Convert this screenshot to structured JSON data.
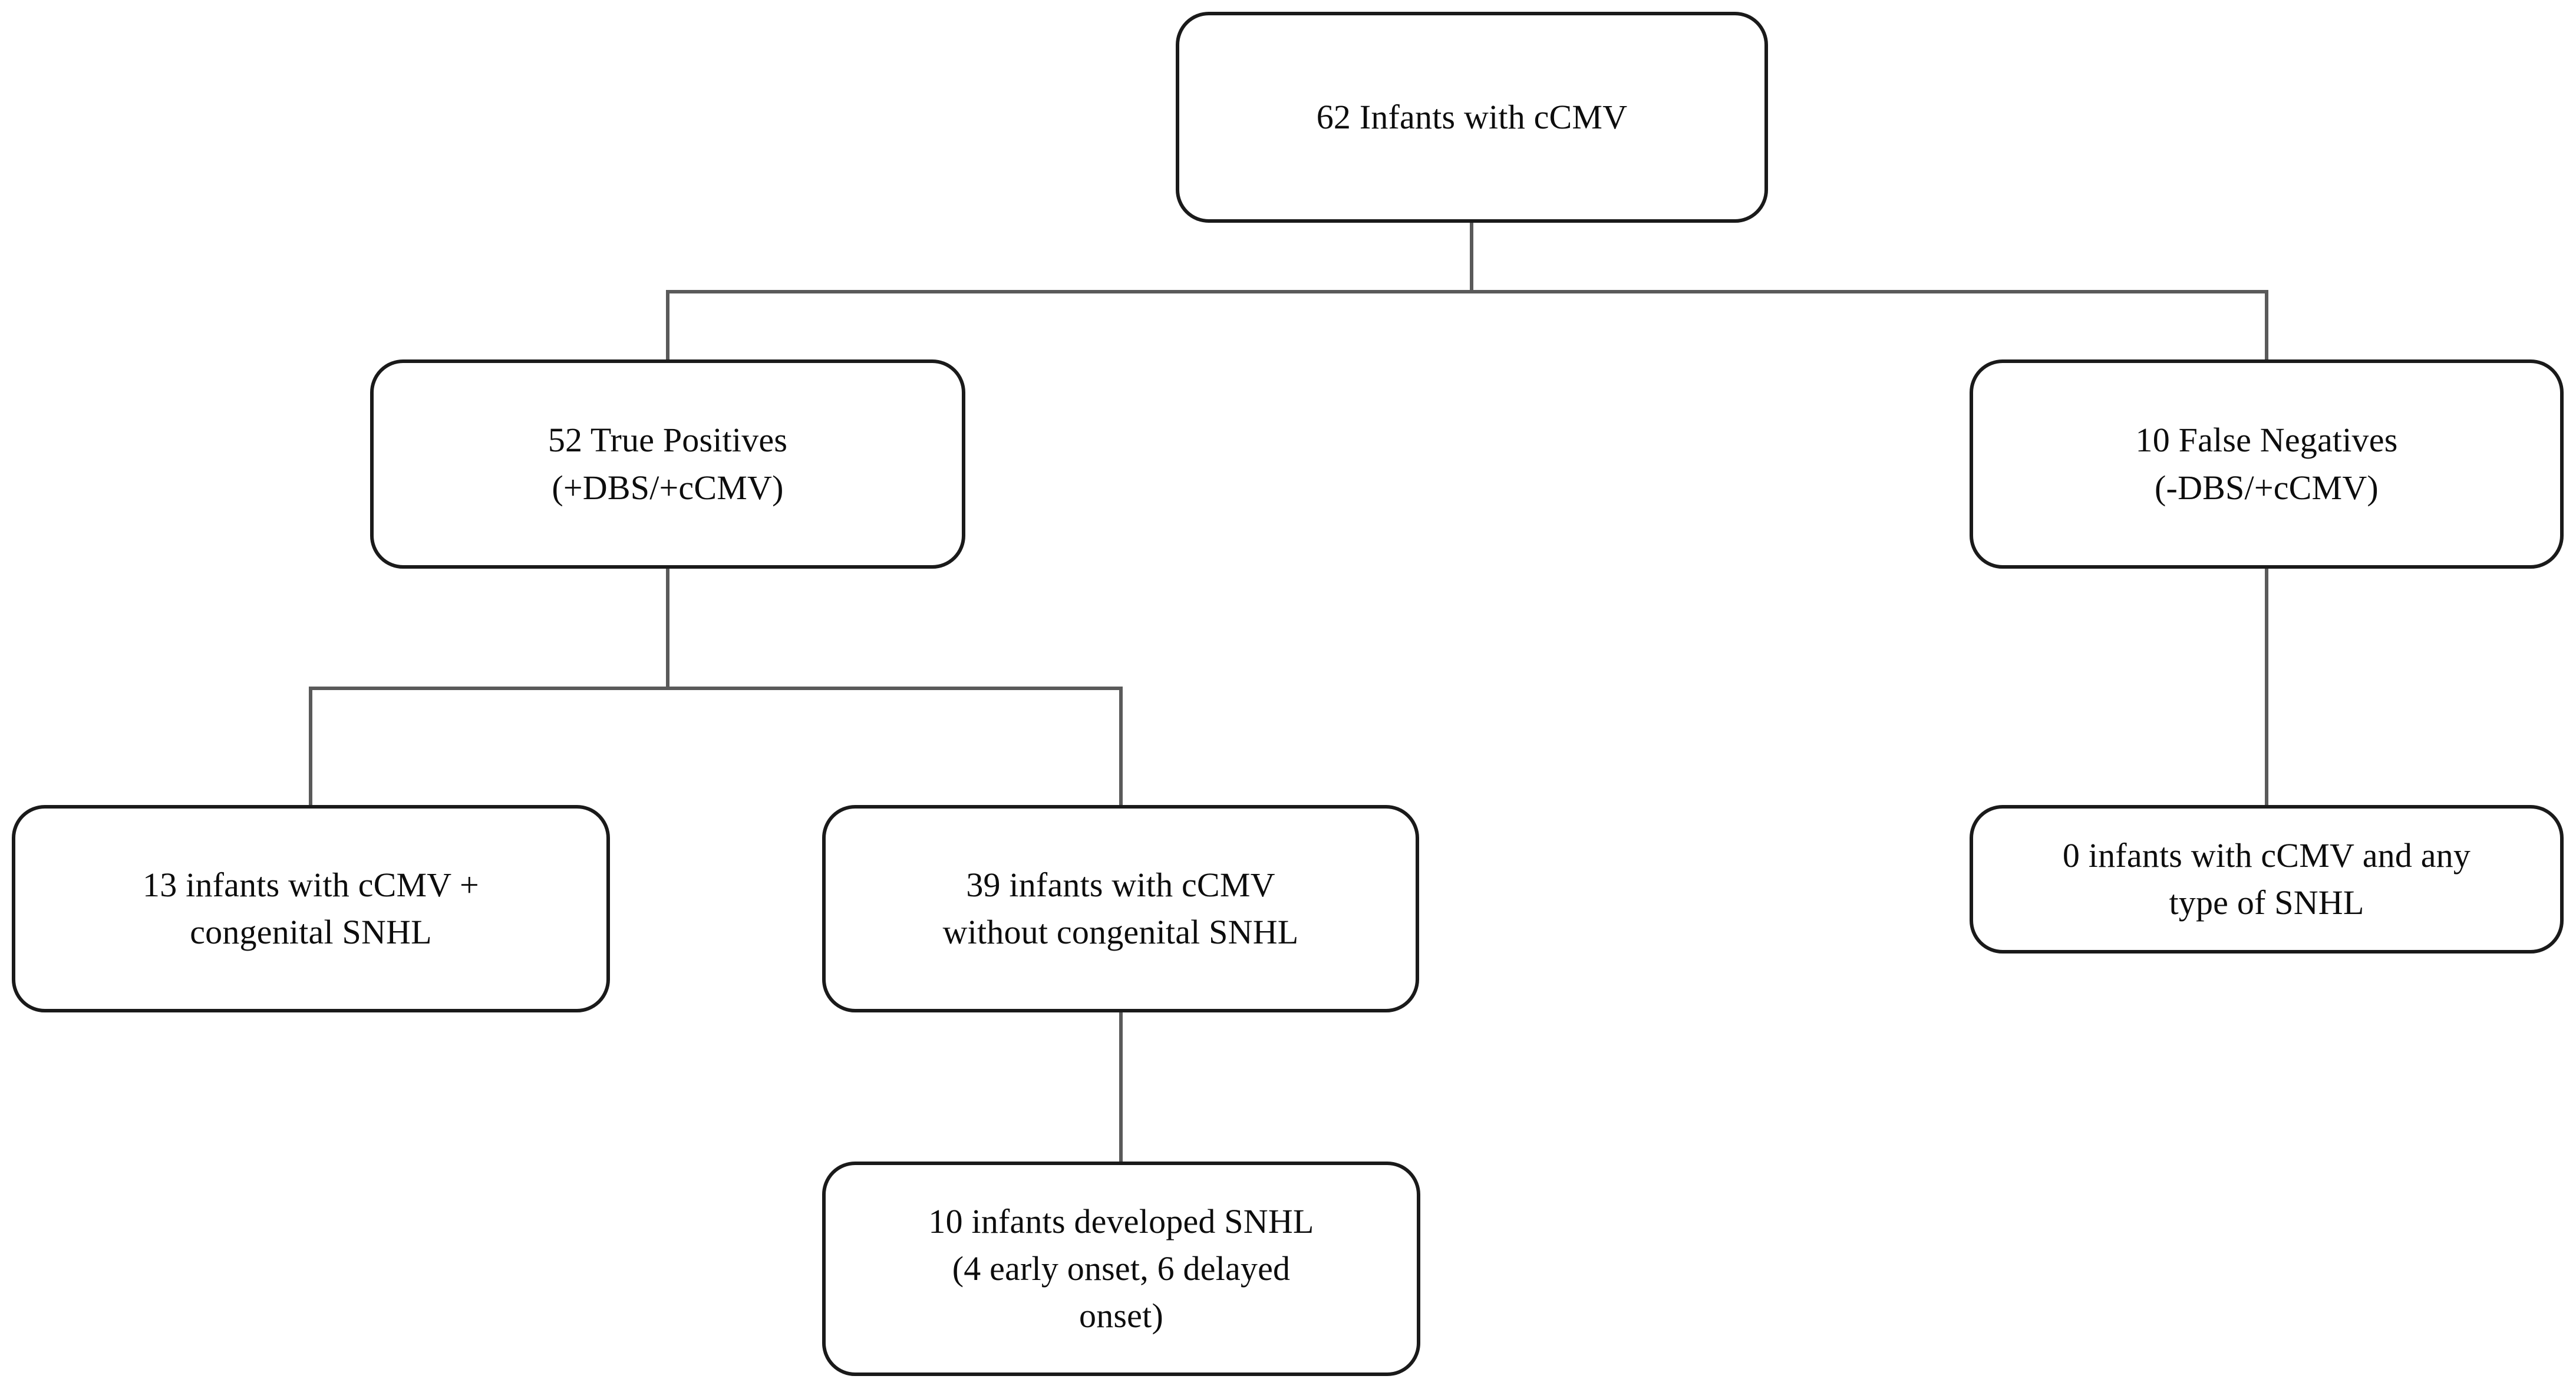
{
  "diagram": {
    "title": "cCMV newborn dried blood spot screening outcomes flowchart",
    "type": "flowchart",
    "background_color": "#ffffff",
    "node_border_color": "#1a1a1a",
    "connector_color": "#5a5a5a",
    "text_color": "#0d0d0d"
  },
  "nodes": {
    "root": {
      "id": "root",
      "label": "62 Infants with cCMV",
      "count": 62,
      "level": 0
    },
    "true_positives": {
      "id": "true-positives",
      "label": "52 True Positives\n(+DBS/+cCMV)",
      "count": 52,
      "level": 1
    },
    "false_negatives": {
      "id": "false-negatives",
      "label": "10 False Negatives\n(-DBS/+cCMV)",
      "count": 10,
      "level": 1
    },
    "tp_congenital_snhl": {
      "id": "tp-congenital-snhl",
      "label": "13 infants with cCMV +\ncongenital SNHL",
      "count": 13,
      "level": 2
    },
    "tp_without_congenital_snhl": {
      "id": "tp-without-congenital-snhl",
      "label": "39 infants with cCMV\nwithout congenital SNHL",
      "count": 39,
      "level": 2
    },
    "fn_any_snhl": {
      "id": "fn-any-snhl",
      "label": "0 infants with cCMV and any\ntype of SNHL",
      "count": 0,
      "level": 2
    },
    "developed_snhl": {
      "id": "developed-snhl",
      "label": "10 infants developed SNHL\n(4 early onset, 6 delayed\nonset)",
      "count": 10,
      "early_onset": 4,
      "delayed_onset": 6,
      "level": 3
    }
  },
  "edges": [
    {
      "from": "root",
      "to": "true_positives"
    },
    {
      "from": "root",
      "to": "false_negatives"
    },
    {
      "from": "true_positives",
      "to": "tp_congenital_snhl"
    },
    {
      "from": "true_positives",
      "to": "tp_without_congenital_snhl"
    },
    {
      "from": "false_negatives",
      "to": "fn_any_snhl"
    },
    {
      "from": "tp_without_congenital_snhl",
      "to": "developed_snhl"
    }
  ]
}
